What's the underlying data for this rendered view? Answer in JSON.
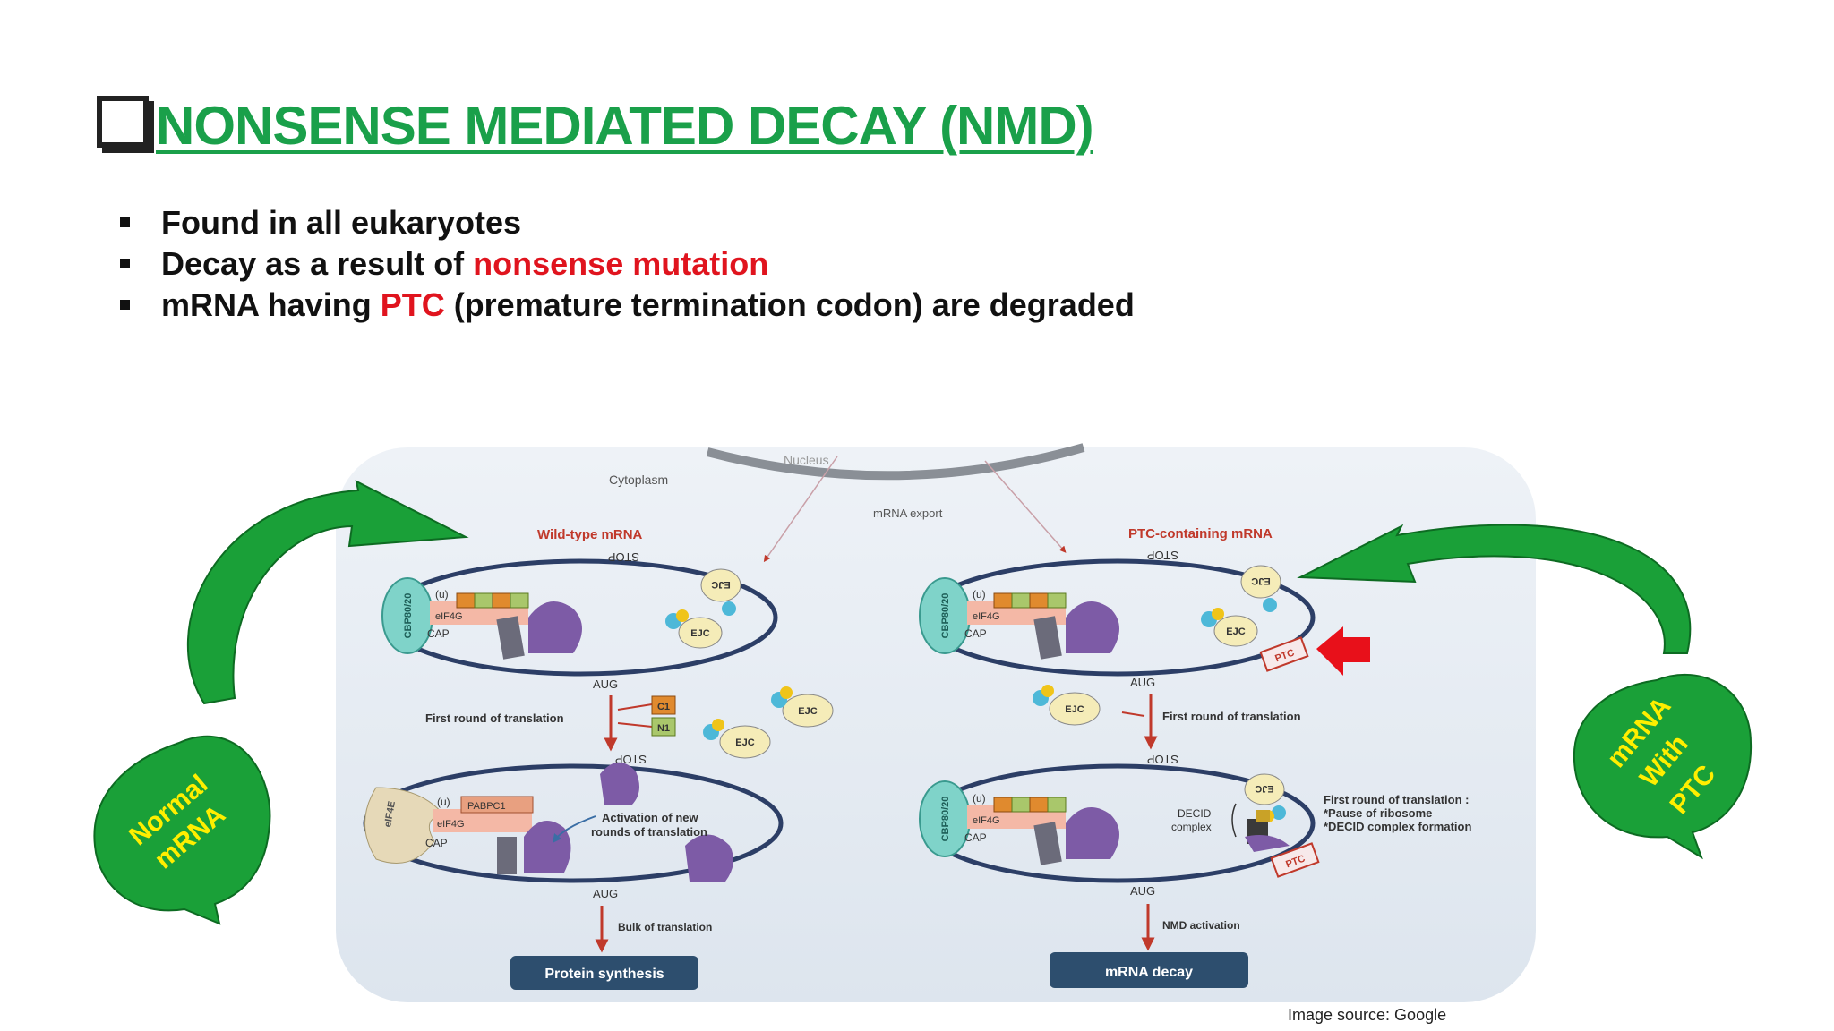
{
  "slide": {
    "title": "NONSENSE MEDIATED DECAY (NMD)",
    "bullets": [
      {
        "before": "Found in all eukaryotes",
        "highlight": "",
        "after": ""
      },
      {
        "before": "Decay as a result of ",
        "highlight": "nonsense mutation",
        "after": ""
      },
      {
        "before": "mRNA having ",
        "highlight": "PTC",
        "after": " (premature termination codon) are degraded"
      }
    ],
    "source": "Image source: Google"
  },
  "diagram": {
    "nucleus": "Nucleus",
    "cytoplasm": "Cytoplasm",
    "mrna_export": "mRNA export",
    "wild_type": "Wild-type mRNA",
    "ptc_containing": "PTC-containing mRNA",
    "stop": "STOP",
    "aug": "AUG",
    "cap": "CAP",
    "u": "(u)",
    "cbp": "CBP80/20",
    "eif4g": "eIF4G",
    "eif4e": "eIF4E",
    "pabpc1": "PABPC1",
    "ejc": "EJC",
    "ptc": "PTC",
    "c1": "C1",
    "n1": "N1",
    "first_round": "First round of translation",
    "activation_line1": "Activation of new",
    "activation_line2": "rounds of translation",
    "decid_line1": "DECID",
    "decid_line2": "complex",
    "first_round_colon": "First round of translation :",
    "pause": "*Pause of ribosome",
    "decid_formation": "*DECID complex formation",
    "bulk": "Bulk of translation",
    "nmd_activation": "NMD activation",
    "protein_synthesis": "Protein synthesis",
    "mrna_decay": "mRNA decay"
  },
  "callouts": {
    "normal_line1": "Normal",
    "normal_line2": "mRNA",
    "ptc_line1": "mRNA",
    "ptc_line2": "With",
    "ptc_line3": "PTC"
  },
  "colors": {
    "title_green": "#1aa04a",
    "callout_green": "#1aa038",
    "callout_text": "#ffee00",
    "highlight_red": "#e0141e"
  }
}
